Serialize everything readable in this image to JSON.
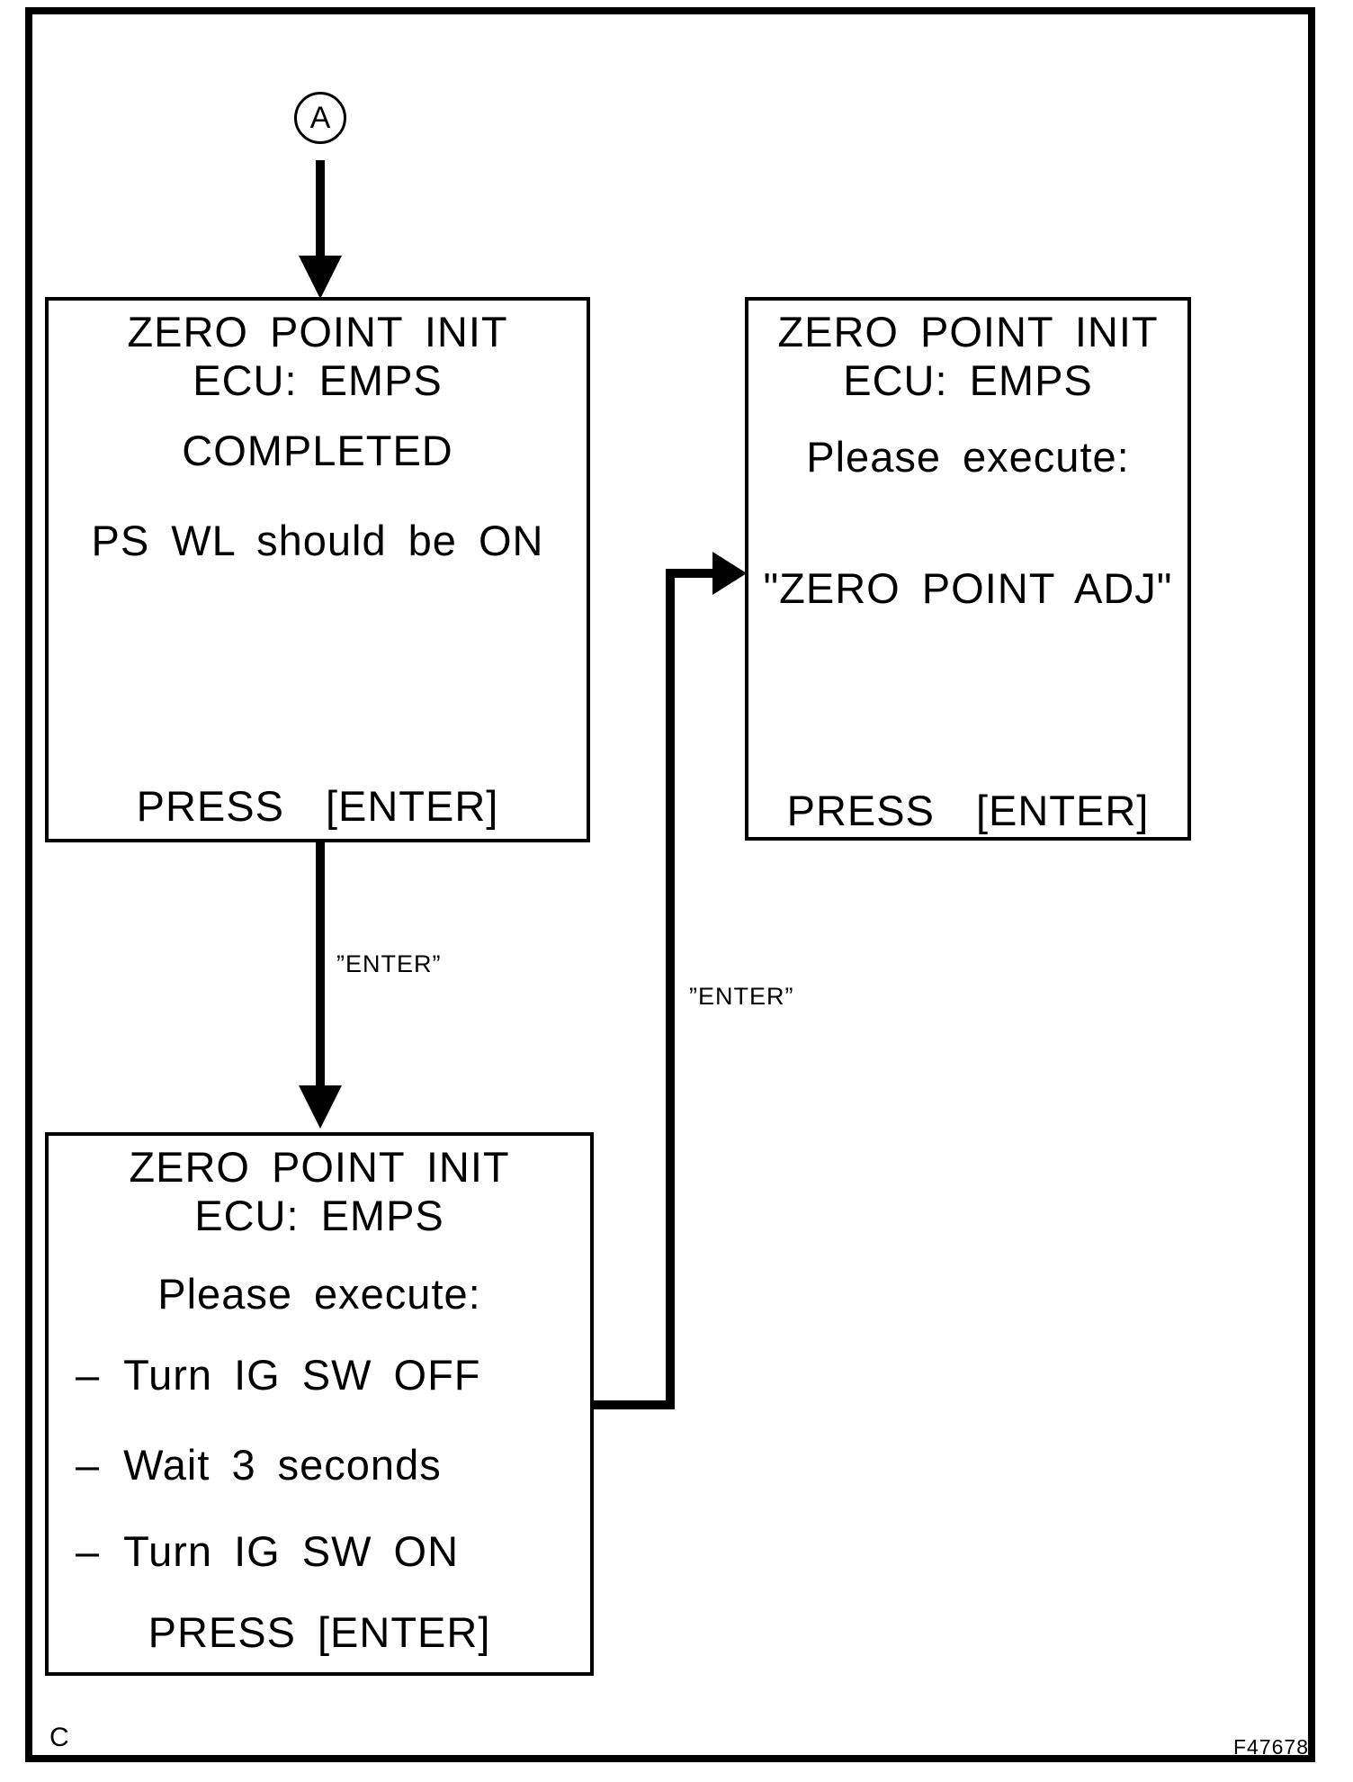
{
  "figure": {
    "connector_label": "A",
    "page_letter": "C",
    "figure_code": "F47678"
  },
  "edge_labels": {
    "enter_left": "”ENTER”",
    "enter_right": "”ENTER”"
  },
  "screens": {
    "completed": {
      "title_line1": "ZERO POINT INIT",
      "title_line2": "ECU: EMPS",
      "body_line1": "COMPLETED",
      "body_line2": "PS WL should be ON",
      "footer_word1": "PRESS",
      "footer_word2": "[ENTER]"
    },
    "zero_point_adj": {
      "title_line1": "ZERO POINT INIT",
      "title_line2": "ECU: EMPS",
      "body_line1": "Please execute:",
      "body_line2": "\"ZERO POINT ADJ\"",
      "footer_word1": "PRESS",
      "footer_word2": "[ENTER]"
    },
    "ig_cycle": {
      "title_line1": "ZERO POINT INIT",
      "title_line2": "ECU: EMPS",
      "intro": "Please execute:",
      "steps": [
        {
          "bullet": "–",
          "text": "Turn IG SW OFF"
        },
        {
          "bullet": "–",
          "text": "Wait 3 seconds"
        },
        {
          "bullet": "–",
          "text": "Turn IG SW ON"
        }
      ],
      "footer": "PRESS [ENTER]"
    }
  }
}
